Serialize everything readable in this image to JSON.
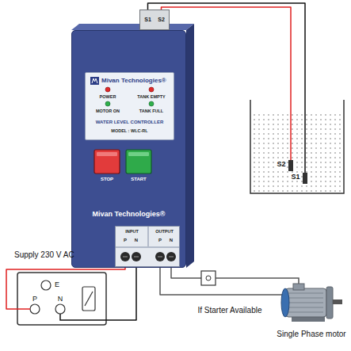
{
  "diagram": {
    "nodes": [
      {
        "text": [
          "Mivan Technologies®"
        ]
      },
      {
        "text": [
          "Mivan Technologies®",
          "POWER",
          "TANK EMPTY",
          "MOTOR ON",
          "TANK FULL",
          "WATER LEVEL CONTROLLER",
          "MODEL : WLC-RL"
        ],
        "in": 0
      },
      {
        "text": [
          "STOP"
        ],
        "in": 0
      },
      {
        "text": [
          "START"
        ],
        "in": 0
      },
      {
        "text": [
          "INPUT",
          "OUTPUT",
          "P",
          "N",
          "P",
          "N"
        ],
        "in": 0
      },
      {
        "text": [
          "S1",
          "S2"
        ]
      },
      {
        "text": [
          "S2",
          "S1"
        ]
      },
      {
        "text": [
          "Supply 230 V AC",
          "E",
          "P",
          "N"
        ]
      },
      {
        "text": [
          "If Starter Available"
        ]
      },
      {
        "text": [
          "Single Phase motor"
        ]
      }
    ],
    "edges": [
      {
        "from": 5,
        "to": 6,
        "arrow": "none"
      },
      {
        "from": 7,
        "to": 4,
        "arrow": "none"
      },
      {
        "from": 4,
        "to": 8,
        "arrow": "none"
      },
      {
        "from": 8,
        "to": 9,
        "arrow": "none"
      },
      {
        "from": 4,
        "to": 9,
        "arrow": "none"
      }
    ]
  }
}
